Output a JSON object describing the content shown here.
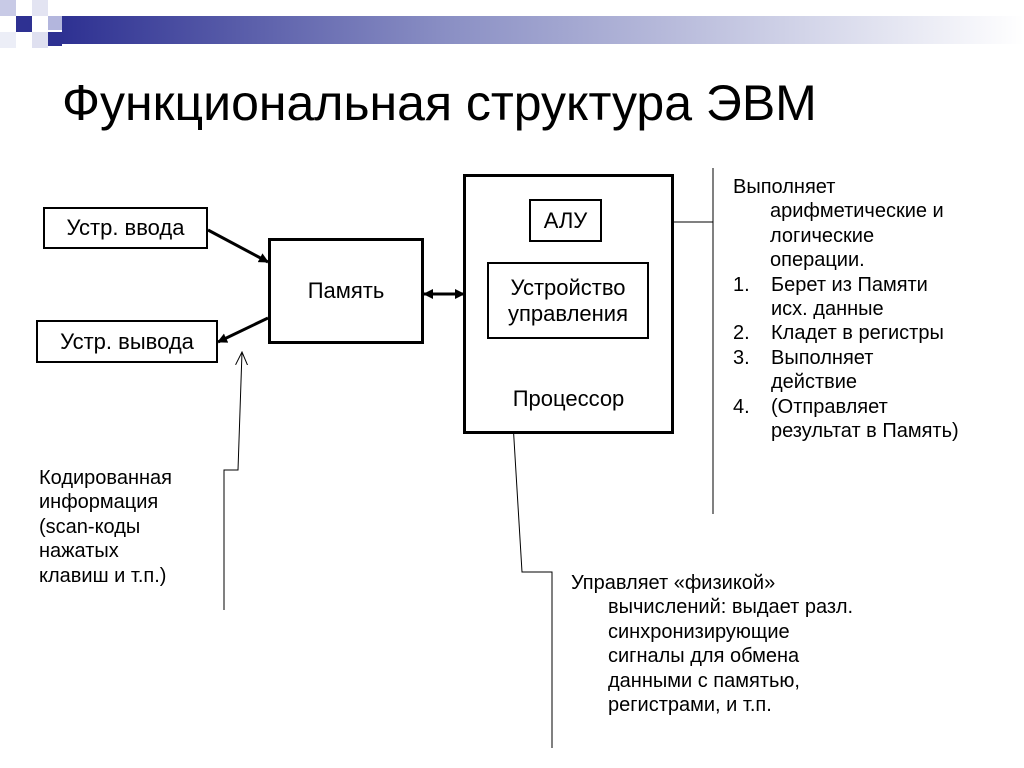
{
  "slide": {
    "title": "Функциональная структура ЭВМ"
  },
  "diagram": {
    "input_device": "Устр. ввода",
    "output_device": "Устр. вывода",
    "memory": "Память",
    "alu": "АЛУ",
    "control_unit_line1": "Устройство",
    "control_unit_line2": "управления",
    "processor": "Процессор"
  },
  "annotations": {
    "encoded_info": {
      "lines": [
        "Кодированная",
        "информация",
        "(scan-коды",
        "нажатых",
        "клавиш и т.п.)"
      ]
    },
    "alu_note": {
      "intro_line1": "Выполняет",
      "intro_line2": "арифметические и",
      "intro_line3": "логические",
      "intro_line4": "операции.",
      "items": [
        {
          "num": "1.",
          "lines": [
            "Берет из Памяти",
            "исх. данные"
          ]
        },
        {
          "num": "2.",
          "lines": [
            "Кладет в регистры"
          ]
        },
        {
          "num": "3.",
          "lines": [
            "Выполняет",
            "действие"
          ]
        },
        {
          "num": "4.",
          "lines": [
            "(Отправляет",
            "результат в Память)"
          ]
        }
      ]
    },
    "control_note": {
      "lines": [
        "Управляет «физикой»",
        "вычислений: выдает разл.",
        "синхронизирующие",
        "сигналы для обмена",
        "данными с памятью,",
        "регистрами, и т.п."
      ]
    }
  },
  "decor": {
    "accent_color": "#2e3192",
    "gradient_end": "#ffffff"
  }
}
